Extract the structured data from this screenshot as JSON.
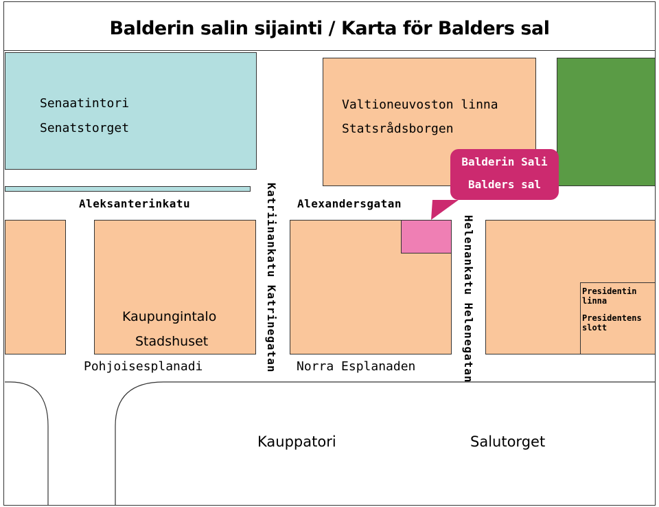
{
  "title": "Balderin salin sijainti / Karta för Balders sal",
  "places": {
    "senaatintori": "Senaatintori",
    "senatstorget": "Senatstorget",
    "valtioneuvoston": "Valtioneuvoston linna",
    "statsradsborgen": "Statsrådsborgen",
    "kaupungintalo": "Kaupungintalo",
    "stadshuset": "Stadshuset",
    "presidentin": "Presidentin linna",
    "presidentens": "Presidentens slott",
    "kauppatori": "Kauppatori",
    "salutorget": "Salutorget"
  },
  "streets": {
    "aleksanterinkatu": "Aleksanterinkatu",
    "alexandersgatan": "Alexandersgatan",
    "katriinankatu": "Katriinankatu  Katrinegatan",
    "helenankatu": "Helenankatu  Helenegatan",
    "pohjoisesplanadi": "Pohjoisesplanadi",
    "norra_esplanaden": "Norra Esplanaden"
  },
  "marker": {
    "line1": "Balderin Sali",
    "line2": "Balders sal"
  },
  "colors": {
    "building": "#fac69b",
    "square": "#b3dfe0",
    "park": "#5a9b45",
    "target": "#ef7fb4",
    "callout": "#cc2a6f"
  }
}
